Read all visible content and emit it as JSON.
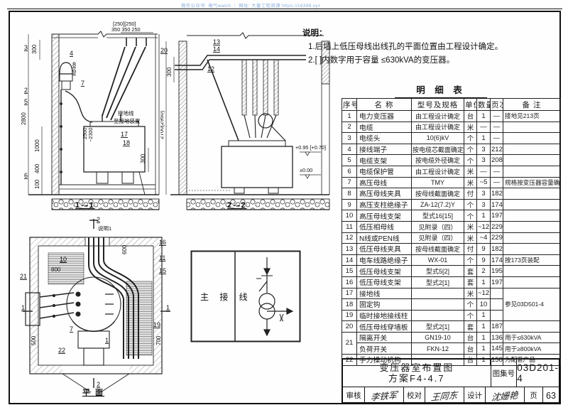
{
  "watermark": "微信公众号: 电气watch ｜ 网址: 大量工程资源 https://16398.xyz",
  "notes": {
    "title": "说明：",
    "item1": "1.后墙上低压母线出线孔的平面位置由工程设计确定。",
    "item2": "2.[ ]内数字用于容量 ≤630kVA的变压器。"
  },
  "detail_table": {
    "title": "明 细 表",
    "headers": [
      "序号",
      "名  称",
      "型号及规格",
      "单位",
      "数量",
      "页次",
      "备  注"
    ],
    "rows": [
      {
        "no": "1",
        "name": "电力变压器",
        "spec": "由工程设计确定",
        "unit": "台",
        "qty": "1",
        "page": "—",
        "note": "接地见213页"
      },
      {
        "no": "2",
        "name": "电缆",
        "spec": "由工程设计确定",
        "unit": "米",
        "qty": "—",
        "page": "—",
        "note": ""
      },
      {
        "no": "3",
        "name": "电缆头",
        "spec": "10(6)kV",
        "unit": "个",
        "qty": "1",
        "page": "—",
        "note": ""
      },
      {
        "no": "4",
        "name": "接线端子",
        "spec": "按电缆芯截面确定",
        "unit": "个",
        "qty": "3",
        "page": "212",
        "note": ""
      },
      {
        "no": "5",
        "name": "电缆支架",
        "spec": "按电缆外径确定",
        "unit": "个",
        "qty": "3",
        "page": "208",
        "note": ""
      },
      {
        "no": "6",
        "name": "电缆保护管",
        "spec": "由工程设计确定",
        "unit": "米",
        "qty": "—",
        "page": "—",
        "note": ""
      },
      {
        "no": "7",
        "name": "高压母线",
        "spec": "TMY",
        "unit": "米",
        "qty": "~5",
        "page": "—",
        "note": "规格按变压器容量确定"
      },
      {
        "no": "8",
        "name": "高压母线夹具",
        "spec": "按母线截面确定",
        "unit": "付",
        "qty": "3",
        "page": "182",
        "note": ""
      },
      {
        "no": "9",
        "name": "高压支柱绝缘子",
        "spec": "ZA-12(7.2)Y",
        "unit": "个",
        "qty": "3",
        "page": "174",
        "note": ""
      },
      {
        "no": "10",
        "name": "高压母线支架",
        "spec": "型式16[15]",
        "unit": "个",
        "qty": "1",
        "page": "197",
        "note": ""
      },
      {
        "no": "11",
        "name": "低压相母线",
        "spec": "见附录（四）",
        "unit": "米",
        "qty": "~12",
        "page": "229",
        "note": ""
      },
      {
        "no": "12",
        "name": "N线或PEN线",
        "spec": "见附录（四）",
        "unit": "米",
        "qty": "~4",
        "page": "229",
        "note": ""
      },
      {
        "no": "13",
        "name": "低压母线夹具",
        "spec": "按母线截面确定",
        "unit": "付",
        "qty": "9",
        "page": "182",
        "note": ""
      },
      {
        "no": "14",
        "name": "电车线路绝缘子",
        "spec": "WX-01",
        "unit": "个",
        "qty": "9",
        "page": "174",
        "note": "按173页装配"
      },
      {
        "no": "15",
        "name": "低压母线支架",
        "spec": "型式5[2]",
        "unit": "套",
        "qty": "2",
        "page": "195",
        "note": ""
      },
      {
        "no": "16",
        "name": "低压母线支架",
        "spec": "型式2[1]",
        "unit": "套",
        "qty": "1",
        "page": "197",
        "note": ""
      },
      {
        "no": "17",
        "name": "接地线",
        "spec": "",
        "unit": "米",
        "qty": "~12",
        "page": "",
        "note": "参见03D501-4",
        "noteSpan": 3
      },
      {
        "no": "18",
        "name": "固定钩",
        "spec": "",
        "unit": "个",
        "qty": "10",
        "page": "",
        "note": null
      },
      {
        "no": "19",
        "name": "临时接地接线柱",
        "spec": "",
        "unit": "个",
        "qty": "1",
        "page": "",
        "note": null
      },
      {
        "no": "20",
        "name": "低压母线穿墙板",
        "spec": "型式2[1]",
        "unit": "套",
        "qty": "1",
        "page": "187",
        "note": ""
      },
      {
        "no": "21",
        "name": "隔离开关",
        "spec": "GN19-10",
        "unit": "台",
        "qty": "1",
        "page": "136",
        "note": "用于≤630kVA",
        "noSpan": 2
      },
      {
        "no": null,
        "name": "负荷开关",
        "spec": "FKN-12",
        "unit": "台",
        "qty": "1",
        "page": "145",
        "note": "用于≥800kVA"
      },
      {
        "no": "22",
        "name": "手力操动机构",
        "spec": "",
        "unit": "台",
        "qty": "1",
        "page": "158",
        "note": "为配套产品"
      }
    ]
  },
  "title_block": {
    "drawing_title_line1": "变压器室布置图",
    "drawing_title_line2": "方案F4-4.7",
    "atlas_label": "图集号",
    "atlas_no": "03D201-4",
    "review_label": "审核",
    "review_sig": "李铁军",
    "check_label": "校对",
    "check_sig": "王同东",
    "design_label": "设计",
    "design_sig": "沈姗艳",
    "page_label": "页",
    "page_no": "63"
  },
  "sec1": {
    "label": "1--1",
    "callouts": {
      "c2": "2",
      "c3": "3",
      "c4": "4",
      "c5": "5",
      "c6": "6",
      "c7": "7",
      "c8": "8",
      "c9": "9",
      "c17": "17",
      "c18": "18"
    },
    "dims": {
      "top_bracket": "[250][250]",
      "top_vals": "350 350 250",
      "left300": "300",
      "h2800": "2800",
      "v2500": "2500",
      "v2300": "~2300",
      "d1000": "1000",
      "d400": "400",
      "d100": "100",
      "right300": "300"
    },
    "texts": {
      "ground1": "接地线",
      "ground2": "至接地装置"
    }
  },
  "sec2": {
    "label": "2--2",
    "callouts": {
      "c20": "20",
      "c13": "13",
      "c14": "14",
      "c12": "12"
    },
    "dims": {
      "left300": "300",
      "height": "2700[2950]",
      "lvl1": "+0.95 [+0.70]",
      "lvl0": "±0.00"
    }
  },
  "plan": {
    "label": "平  面",
    "callouts": {
      "c21": "21",
      "c10": "10",
      "c16": "16",
      "c11": "11",
      "c15": "15",
      "c7": "7",
      "c22": "22",
      "c1": "1",
      "c19": "19"
    },
    "dims": {
      "d800": "800",
      "d600": "600",
      "d500": "500",
      "d700": "700"
    },
    "note_ref": "说明1",
    "marker1": "1",
    "marker2": "2"
  },
  "main_circuit": {
    "label": "主 接 线"
  }
}
